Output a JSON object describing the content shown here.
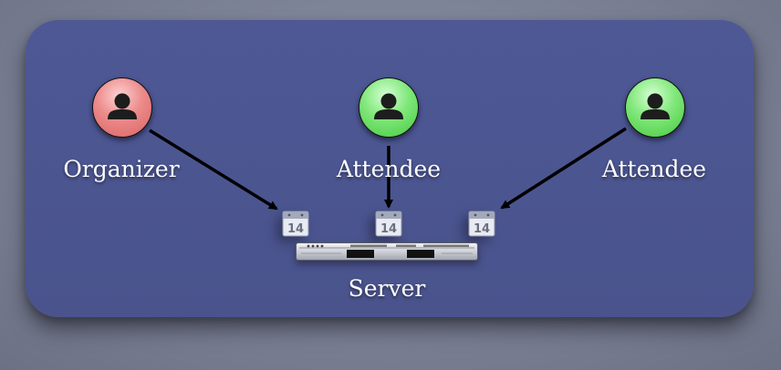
{
  "diagram": {
    "nodes": {
      "organizer": {
        "label": "Organizer",
        "role": "organizer",
        "color": "#e27575"
      },
      "attendee_1": {
        "label": "Attendee",
        "role": "attendee",
        "color": "#5fd958"
      },
      "attendee_2": {
        "label": "Attendee",
        "role": "attendee",
        "color": "#5fd958"
      }
    },
    "calendars": [
      {
        "day": "14"
      },
      {
        "day": "14"
      },
      {
        "day": "14"
      }
    ],
    "server": {
      "label": "Server"
    },
    "icons": {
      "person": "person-silhouette-icon",
      "calendar": "calendar-icon",
      "server": "rack-server-icon"
    },
    "colors": {
      "panel": "#4d5793",
      "arrow": "#000000"
    }
  }
}
